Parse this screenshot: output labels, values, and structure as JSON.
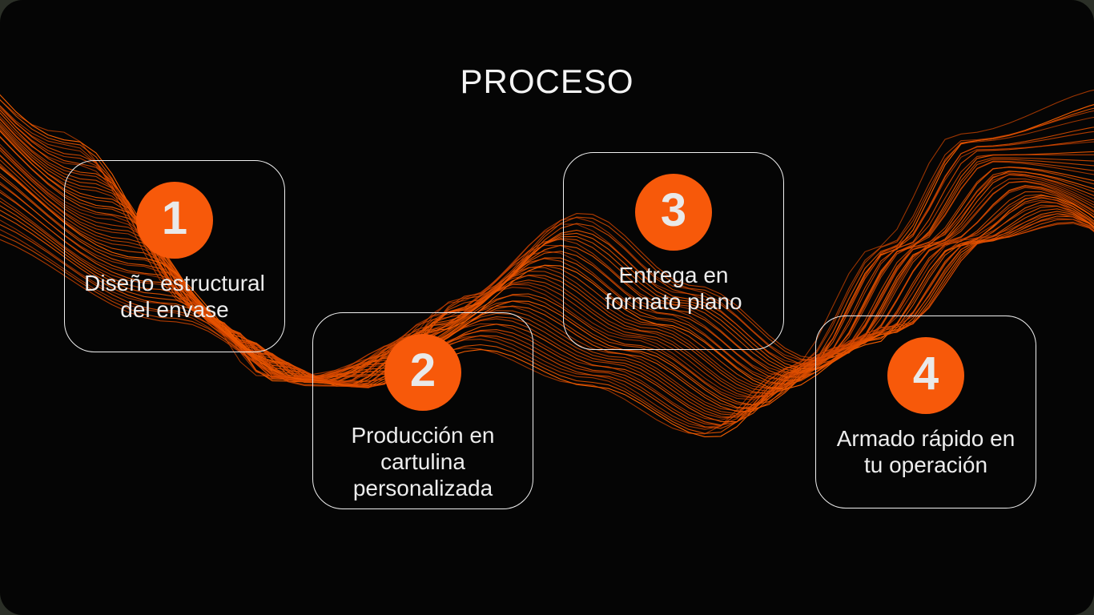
{
  "slide": {
    "title": "PROCESO"
  },
  "steps": [
    {
      "number": "1",
      "label": "Diseño estructural del envase"
    },
    {
      "number": "2",
      "label": "Producción en cartulina personalizada"
    },
    {
      "number": "3",
      "label": "Entrega en formato plano"
    },
    {
      "number": "4",
      "label": "Armado rápido en tu operación"
    }
  ],
  "colors": {
    "slide_background": "#050505",
    "backdrop": "#2b2f27",
    "step_circle_orange": "#F7590A",
    "wave_line_orange": "#E04E00",
    "card_border": "#F0F0F0",
    "text_primary": "#EDEDED",
    "number_text": "#E9E9E9"
  },
  "decor": {
    "wave_line_count": 46,
    "wave_description": "flowing-orange-line-ribbon"
  }
}
